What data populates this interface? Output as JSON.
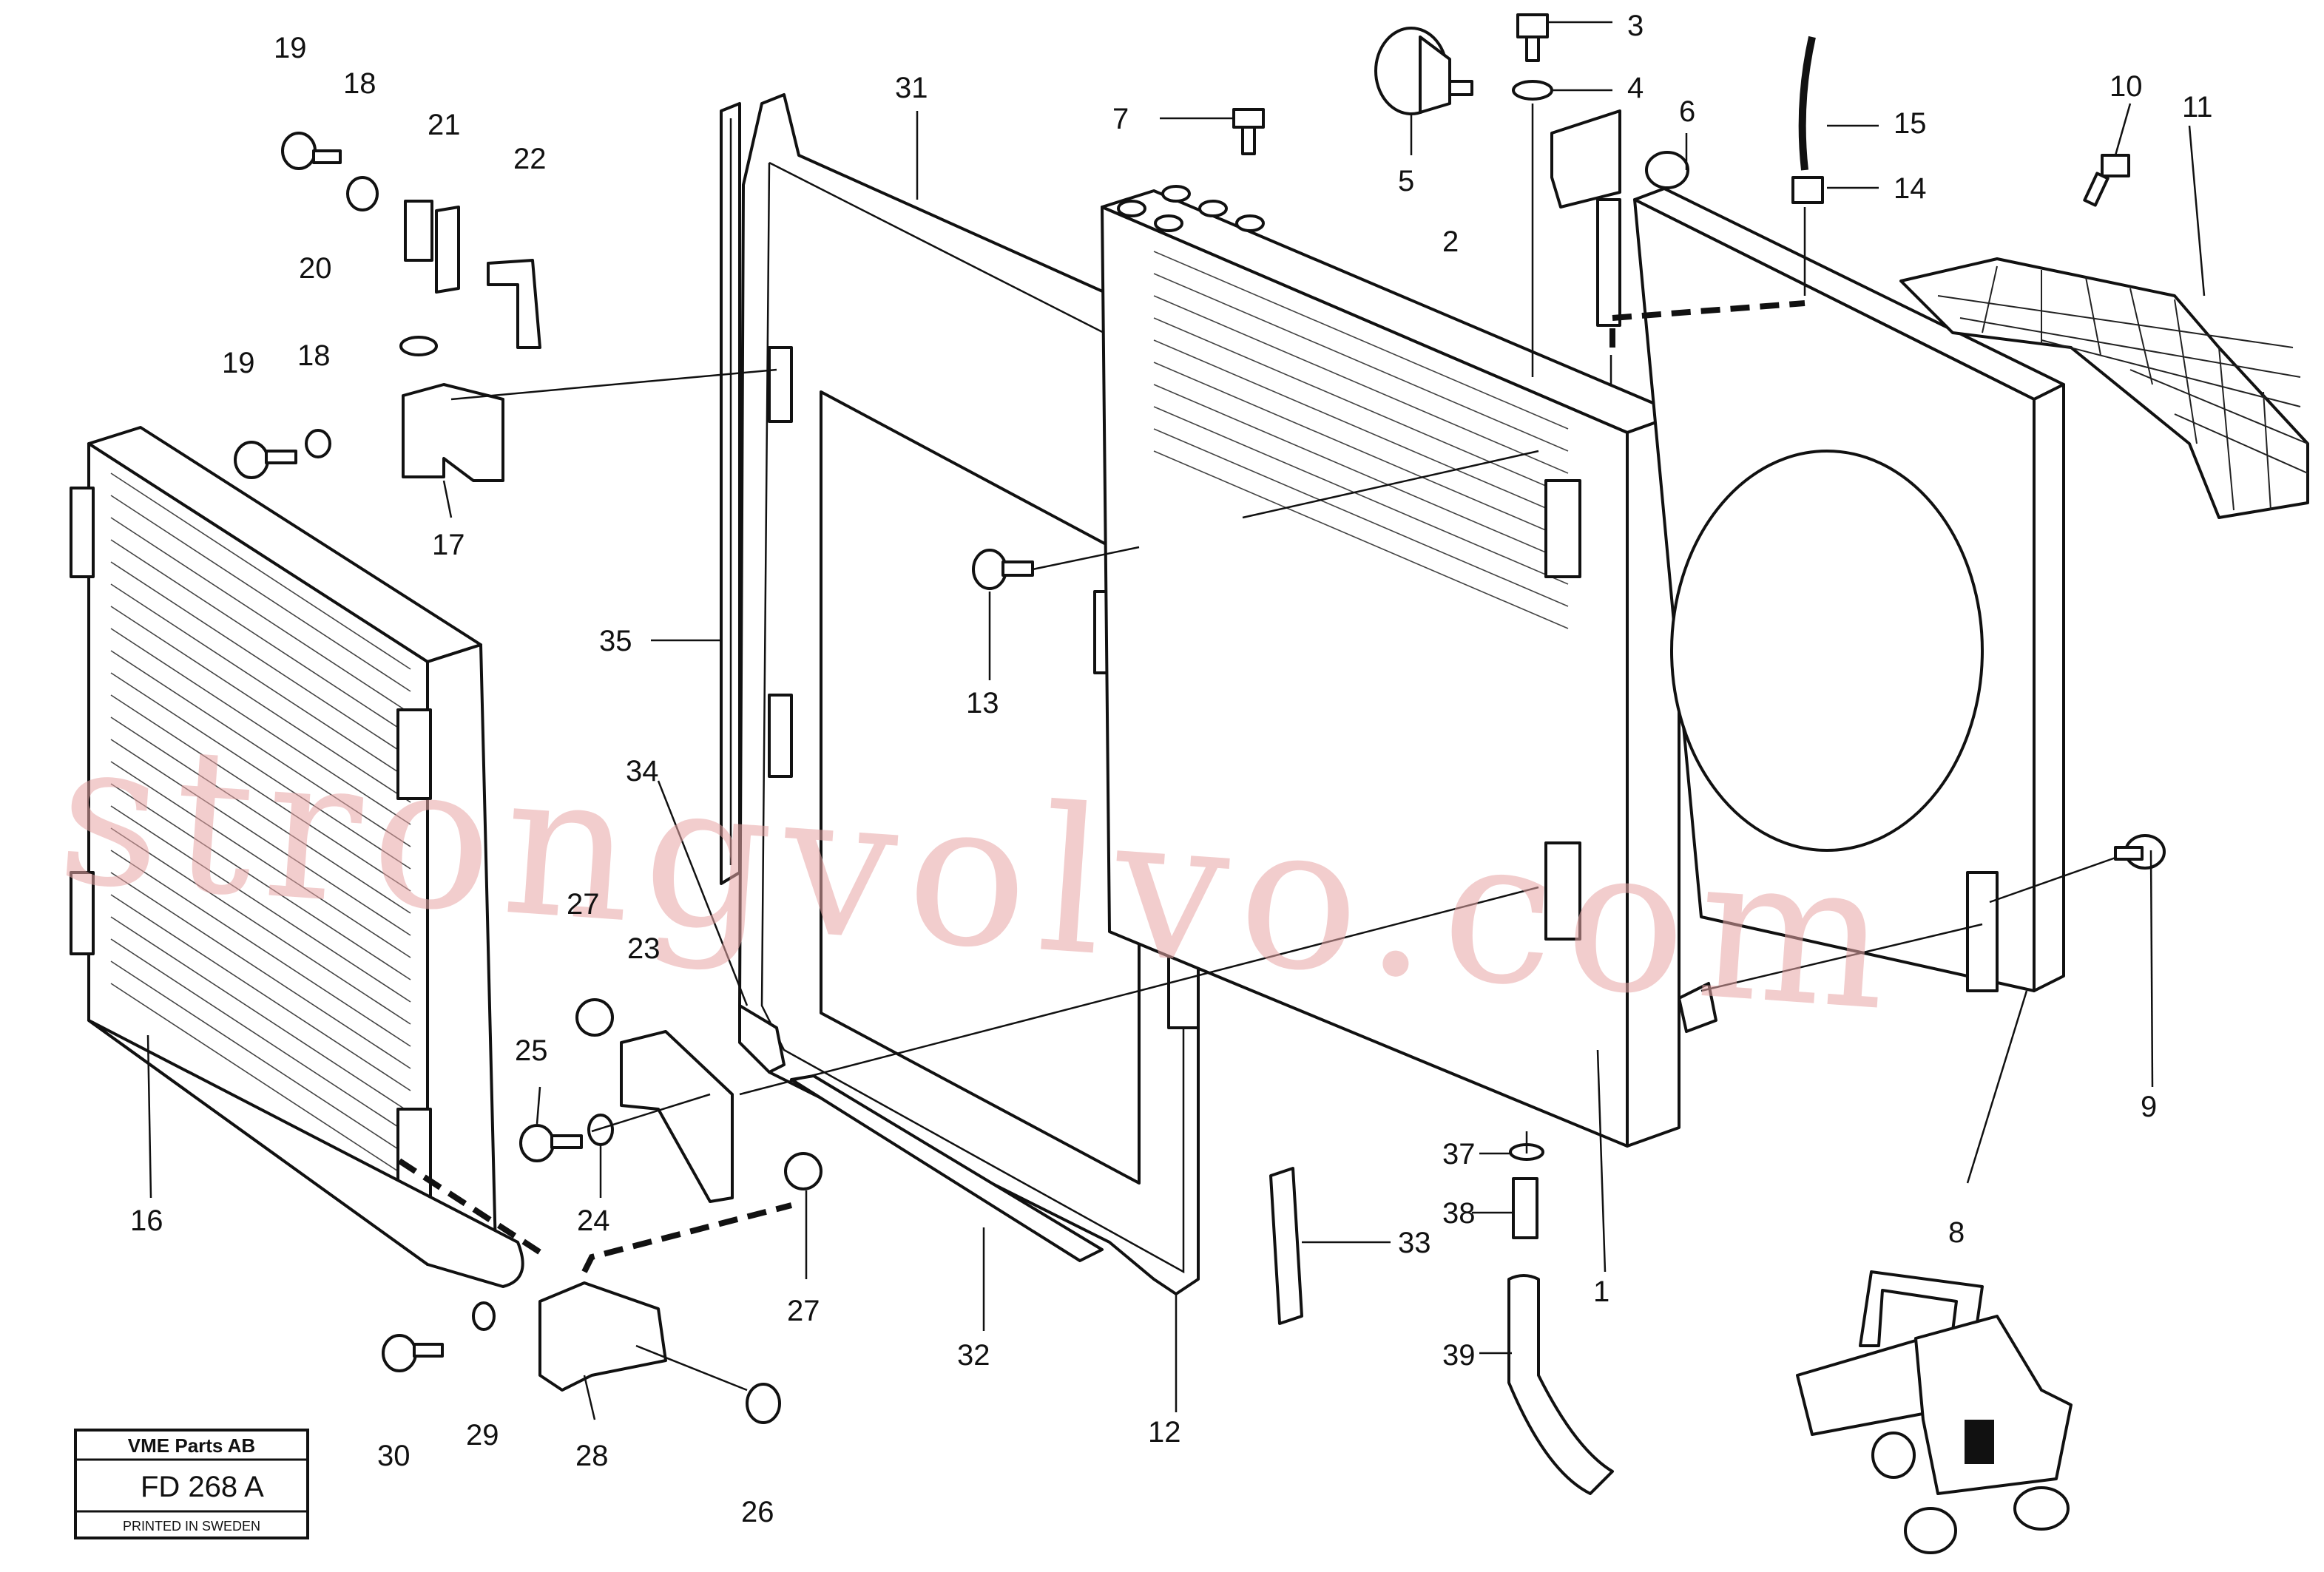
{
  "watermark": "strongvolvo.com",
  "title_block": {
    "company": "VME Parts AB",
    "drawing_number": "FD 268 A",
    "printed": "PRINTED IN SWEDEN"
  },
  "callouts": [
    {
      "id": "c1",
      "text": "1"
    },
    {
      "id": "c2",
      "text": "2"
    },
    {
      "id": "c3",
      "text": "3"
    },
    {
      "id": "c4",
      "text": "4"
    },
    {
      "id": "c5",
      "text": "5"
    },
    {
      "id": "c6",
      "text": "6"
    },
    {
      "id": "c7",
      "text": "7"
    },
    {
      "id": "c8",
      "text": "8"
    },
    {
      "id": "c9",
      "text": "9"
    },
    {
      "id": "c10",
      "text": "10"
    },
    {
      "id": "c11",
      "text": "11"
    },
    {
      "id": "c12",
      "text": "12"
    },
    {
      "id": "c13",
      "text": "13"
    },
    {
      "id": "c14",
      "text": "14"
    },
    {
      "id": "c15",
      "text": "15"
    },
    {
      "id": "c16",
      "text": "16"
    },
    {
      "id": "c17",
      "text": "17"
    },
    {
      "id": "c18a",
      "text": "18"
    },
    {
      "id": "c18b",
      "text": "18"
    },
    {
      "id": "c19a",
      "text": "19"
    },
    {
      "id": "c19b",
      "text": "19"
    },
    {
      "id": "c20",
      "text": "20"
    },
    {
      "id": "c21",
      "text": "21"
    },
    {
      "id": "c22",
      "text": "22"
    },
    {
      "id": "c23",
      "text": "23"
    },
    {
      "id": "c24",
      "text": "24"
    },
    {
      "id": "c25",
      "text": "25"
    },
    {
      "id": "c26",
      "text": "26"
    },
    {
      "id": "c27a",
      "text": "27"
    },
    {
      "id": "c27b",
      "text": "27"
    },
    {
      "id": "c28",
      "text": "28"
    },
    {
      "id": "c29",
      "text": "29"
    },
    {
      "id": "c30",
      "text": "30"
    },
    {
      "id": "c31",
      "text": "31"
    },
    {
      "id": "c32",
      "text": "32"
    },
    {
      "id": "c33",
      "text": "33"
    },
    {
      "id": "c34",
      "text": "34"
    },
    {
      "id": "c35",
      "text": "35"
    },
    {
      "id": "c37",
      "text": "37"
    },
    {
      "id": "c38",
      "text": "38"
    },
    {
      "id": "c39",
      "text": "39"
    }
  ]
}
